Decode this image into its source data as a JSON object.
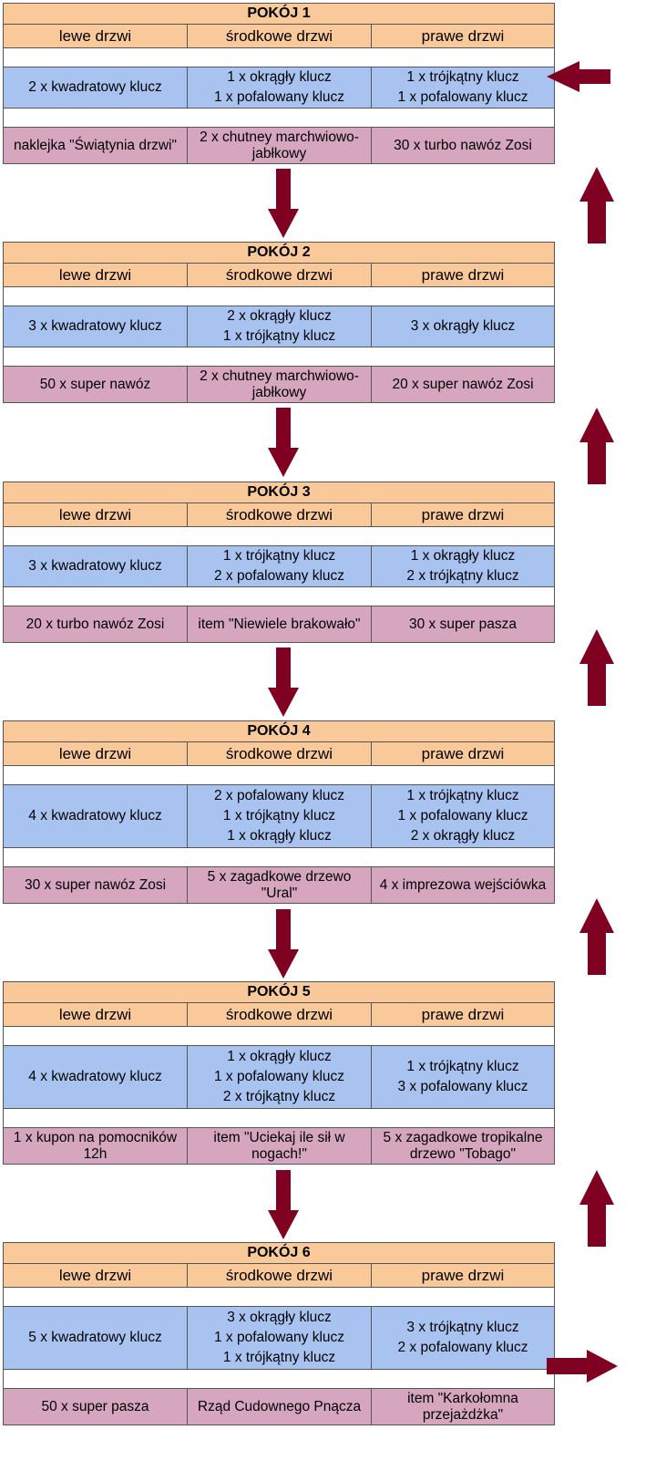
{
  "rooms": [
    {
      "title": "POKÓJ 1",
      "headers": [
        "lewe drzwi",
        "środkowe drzwi",
        "prawe drzwi"
      ],
      "keys": [
        [
          "2 x kwadratowy klucz"
        ],
        [
          "1 x okrągły klucz",
          "1 x pofalowany klucz"
        ],
        [
          "1 x trójkątny klucz",
          "1 x pofalowany klucz"
        ]
      ],
      "rewards": [
        "naklejka \"Świątynia drzwi\"",
        "2 x chutney marchwiowo-jabłkowy",
        "30 x turbo nawóz Zosi"
      ]
    },
    {
      "title": "POKÓJ 2",
      "headers": [
        "lewe drzwi",
        "środkowe drzwi",
        "prawe drzwi"
      ],
      "keys": [
        [
          "3 x kwadratowy klucz"
        ],
        [
          "2 x okrągły klucz",
          "1 x trójkątny klucz"
        ],
        [
          "3 x okrągły klucz"
        ]
      ],
      "rewards": [
        "50 x super nawóz",
        "2 x chutney marchwiowo-jabłkowy",
        "20 x super nawóz Zosi"
      ]
    },
    {
      "title": "POKÓJ 3",
      "headers": [
        "lewe drzwi",
        "środkowe drzwi",
        "prawe drzwi"
      ],
      "keys": [
        [
          "3 x kwadratowy klucz"
        ],
        [
          "1 x trójkątny klucz",
          "2 x pofalowany klucz"
        ],
        [
          "1 x okrągły klucz",
          "2 x trójkątny klucz"
        ]
      ],
      "rewards": [
        "20 x turbo nawóz Zosi",
        "item \"Niewiele brakowało\"",
        "30 x super pasza"
      ]
    },
    {
      "title": "POKÓJ 4",
      "headers": [
        "lewe drzwi",
        "środkowe drzwi",
        "prawe drzwi"
      ],
      "keys": [
        [
          "4 x kwadratowy klucz"
        ],
        [
          "2 x pofalowany klucz",
          "1 x trójkątny klucz",
          "1 x okrągły klucz"
        ],
        [
          "1 x trójkątny klucz",
          "1 x pofalowany klucz",
          "2 x okrągły klucz"
        ]
      ],
      "rewards": [
        "30 x super nawóz Zosi",
        "5 x zagadkowe drzewo \"Ural\"",
        "4 x imprezowa wejściówka"
      ]
    },
    {
      "title": "POKÓJ 5",
      "headers": [
        "lewe drzwi",
        "środkowe drzwi",
        "prawe drzwi"
      ],
      "keys": [
        [
          "4 x kwadratowy klucz"
        ],
        [
          "1 x okrągły klucz",
          "1 x pofalowany klucz",
          "2 x trójkątny klucz"
        ],
        [
          "1 x trójkątny klucz",
          "3 x pofalowany klucz"
        ]
      ],
      "rewards": [
        "1 x kupon na pomocników 12h",
        "item \"Uciekaj ile sił w nogach!\"",
        "5 x zagadkowe tropikalne drzewo \"Tobago\""
      ]
    },
    {
      "title": "POKÓJ 6",
      "headers": [
        "lewe drzwi",
        "środkowe drzwi",
        "prawe drzwi"
      ],
      "keys": [
        [
          "5 x kwadratowy klucz"
        ],
        [
          "3 x okrągły klucz",
          "1 x pofalowany klucz",
          "1 x trójkątny klucz"
        ],
        [
          "3 x trójkątny klucz",
          "2 x pofalowany klucz"
        ]
      ],
      "rewards": [
        "50 x super pasza",
        "Rząd Cudownego Pnącza",
        "item \"Karkołomna przejażdżka\""
      ]
    }
  ],
  "colors": {
    "header": "#fac999",
    "keys": "#a9c3f1",
    "rewards": "#d5a6bd",
    "arrow": "#7f0020"
  },
  "icons": [
    "arrow-down-icon",
    "arrow-up-icon",
    "arrow-left-icon",
    "arrow-right-icon"
  ]
}
